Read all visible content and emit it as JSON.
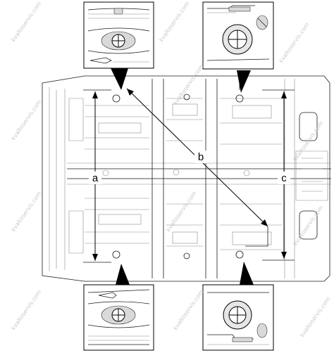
{
  "labels": {
    "a": "a",
    "b": "b",
    "c": "c"
  },
  "watermark": "kvaltoservis.com",
  "colors": {
    "ink": "#1a1a1a",
    "structure": "#8a8a8a",
    "background": "#ffffff"
  },
  "icons": {
    "pointer": "black-triangle-pointer",
    "hole": "crosshair-plug-hole"
  }
}
